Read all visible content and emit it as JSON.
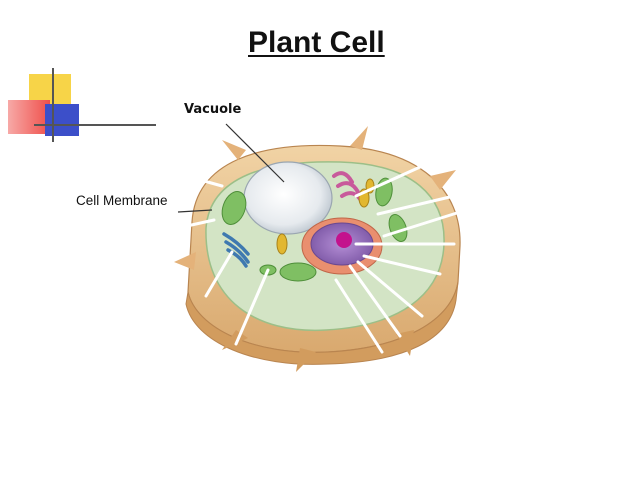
{
  "slide": {
    "title": "Plant Cell",
    "labels": {
      "vacuole": "Vacuole",
      "cell_membrane": "Cell Membrane"
    }
  },
  "colors": {
    "deco_yellow": "#f7d448",
    "deco_red": "#ef4f4a",
    "deco_blue": "#3c4fc9",
    "cell_wall": "#e9c28f",
    "cytoplasm": "#cfe1c0",
    "vacuole": "#e8ecef",
    "nucleus": "#a27ec4",
    "nucleolus": "#c3128d",
    "chloroplast": "#7fbf63",
    "golgi": "#c85a9b",
    "mitochondria": "#e2b730",
    "er": "#3f79b0"
  }
}
